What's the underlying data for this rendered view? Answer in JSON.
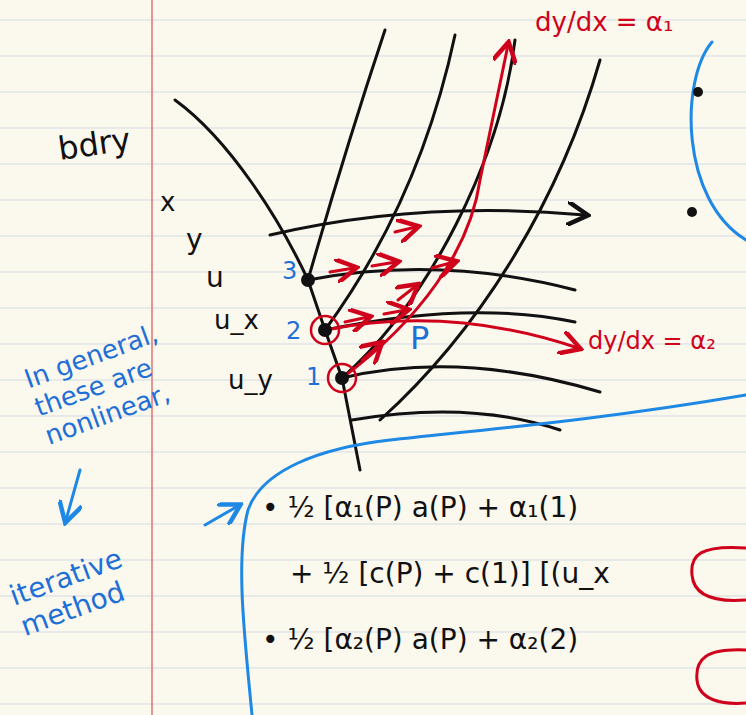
{
  "diagram": {
    "labels": [
      "bdry",
      "x",
      "y",
      "u",
      "3",
      "u_x",
      "2",
      "u_y",
      "1",
      "P",
      "dy/dx = α₁",
      "dy/dx = α₂",
      "In general, these are nonlinear,",
      "iterative method",
      "• ½ [α₁(P) a(P) + α₁(1)",
      "+ ½ [c(P) + c(1)] [(u_x",
      "• ½ [α₂(P) a(P) + α₂(2)"
    ]
  }
}
